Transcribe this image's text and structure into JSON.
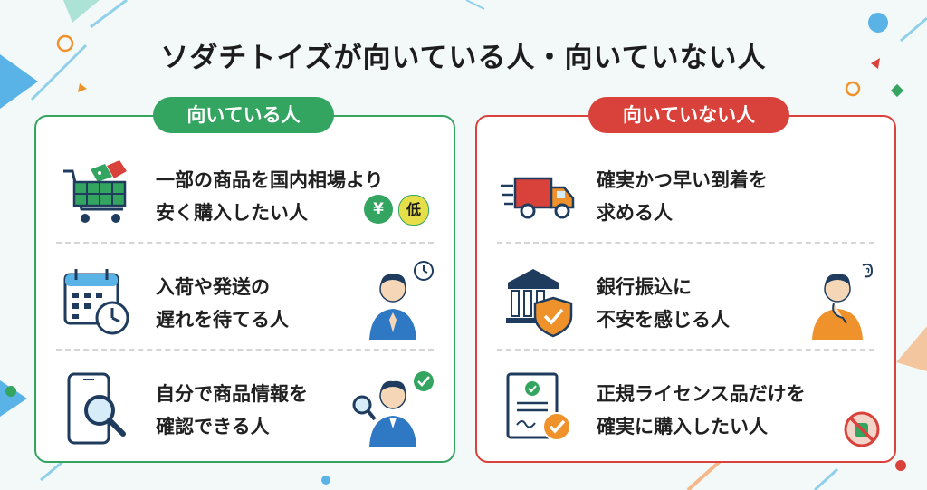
{
  "title": "ソダチトイズが向いている人・向いていない人",
  "good": {
    "label": "向いている人",
    "items": [
      {
        "line1": "一部の商品を国内相場より",
        "line2": "安く購入したい人",
        "icon": "shopping-cart-icon",
        "badges": [
          "¥",
          "低"
        ]
      },
      {
        "line1": "入荷や発送の",
        "line2": "遅れを待てる人",
        "icon": "calendar-clock-icon"
      },
      {
        "line1": "自分で商品情報を",
        "line2": "確認できる人",
        "icon": "phone-search-icon"
      }
    ]
  },
  "bad": {
    "label": "向いていない人",
    "items": [
      {
        "line1": "確実かつ早い到着を",
        "line2": "求める人",
        "icon": "delivery-truck-icon"
      },
      {
        "line1": "銀行振込に",
        "line2": "不安を感じる人",
        "icon": "bank-shield-icon"
      },
      {
        "line1": "正規ライセンス品だけを",
        "line2": "確実に購入したい人",
        "icon": "license-document-icon"
      }
    ]
  },
  "colors": {
    "good": "#33a560",
    "bad": "#d9423a",
    "accent_orange": "#f0922b",
    "navy": "#1f3c5e"
  }
}
